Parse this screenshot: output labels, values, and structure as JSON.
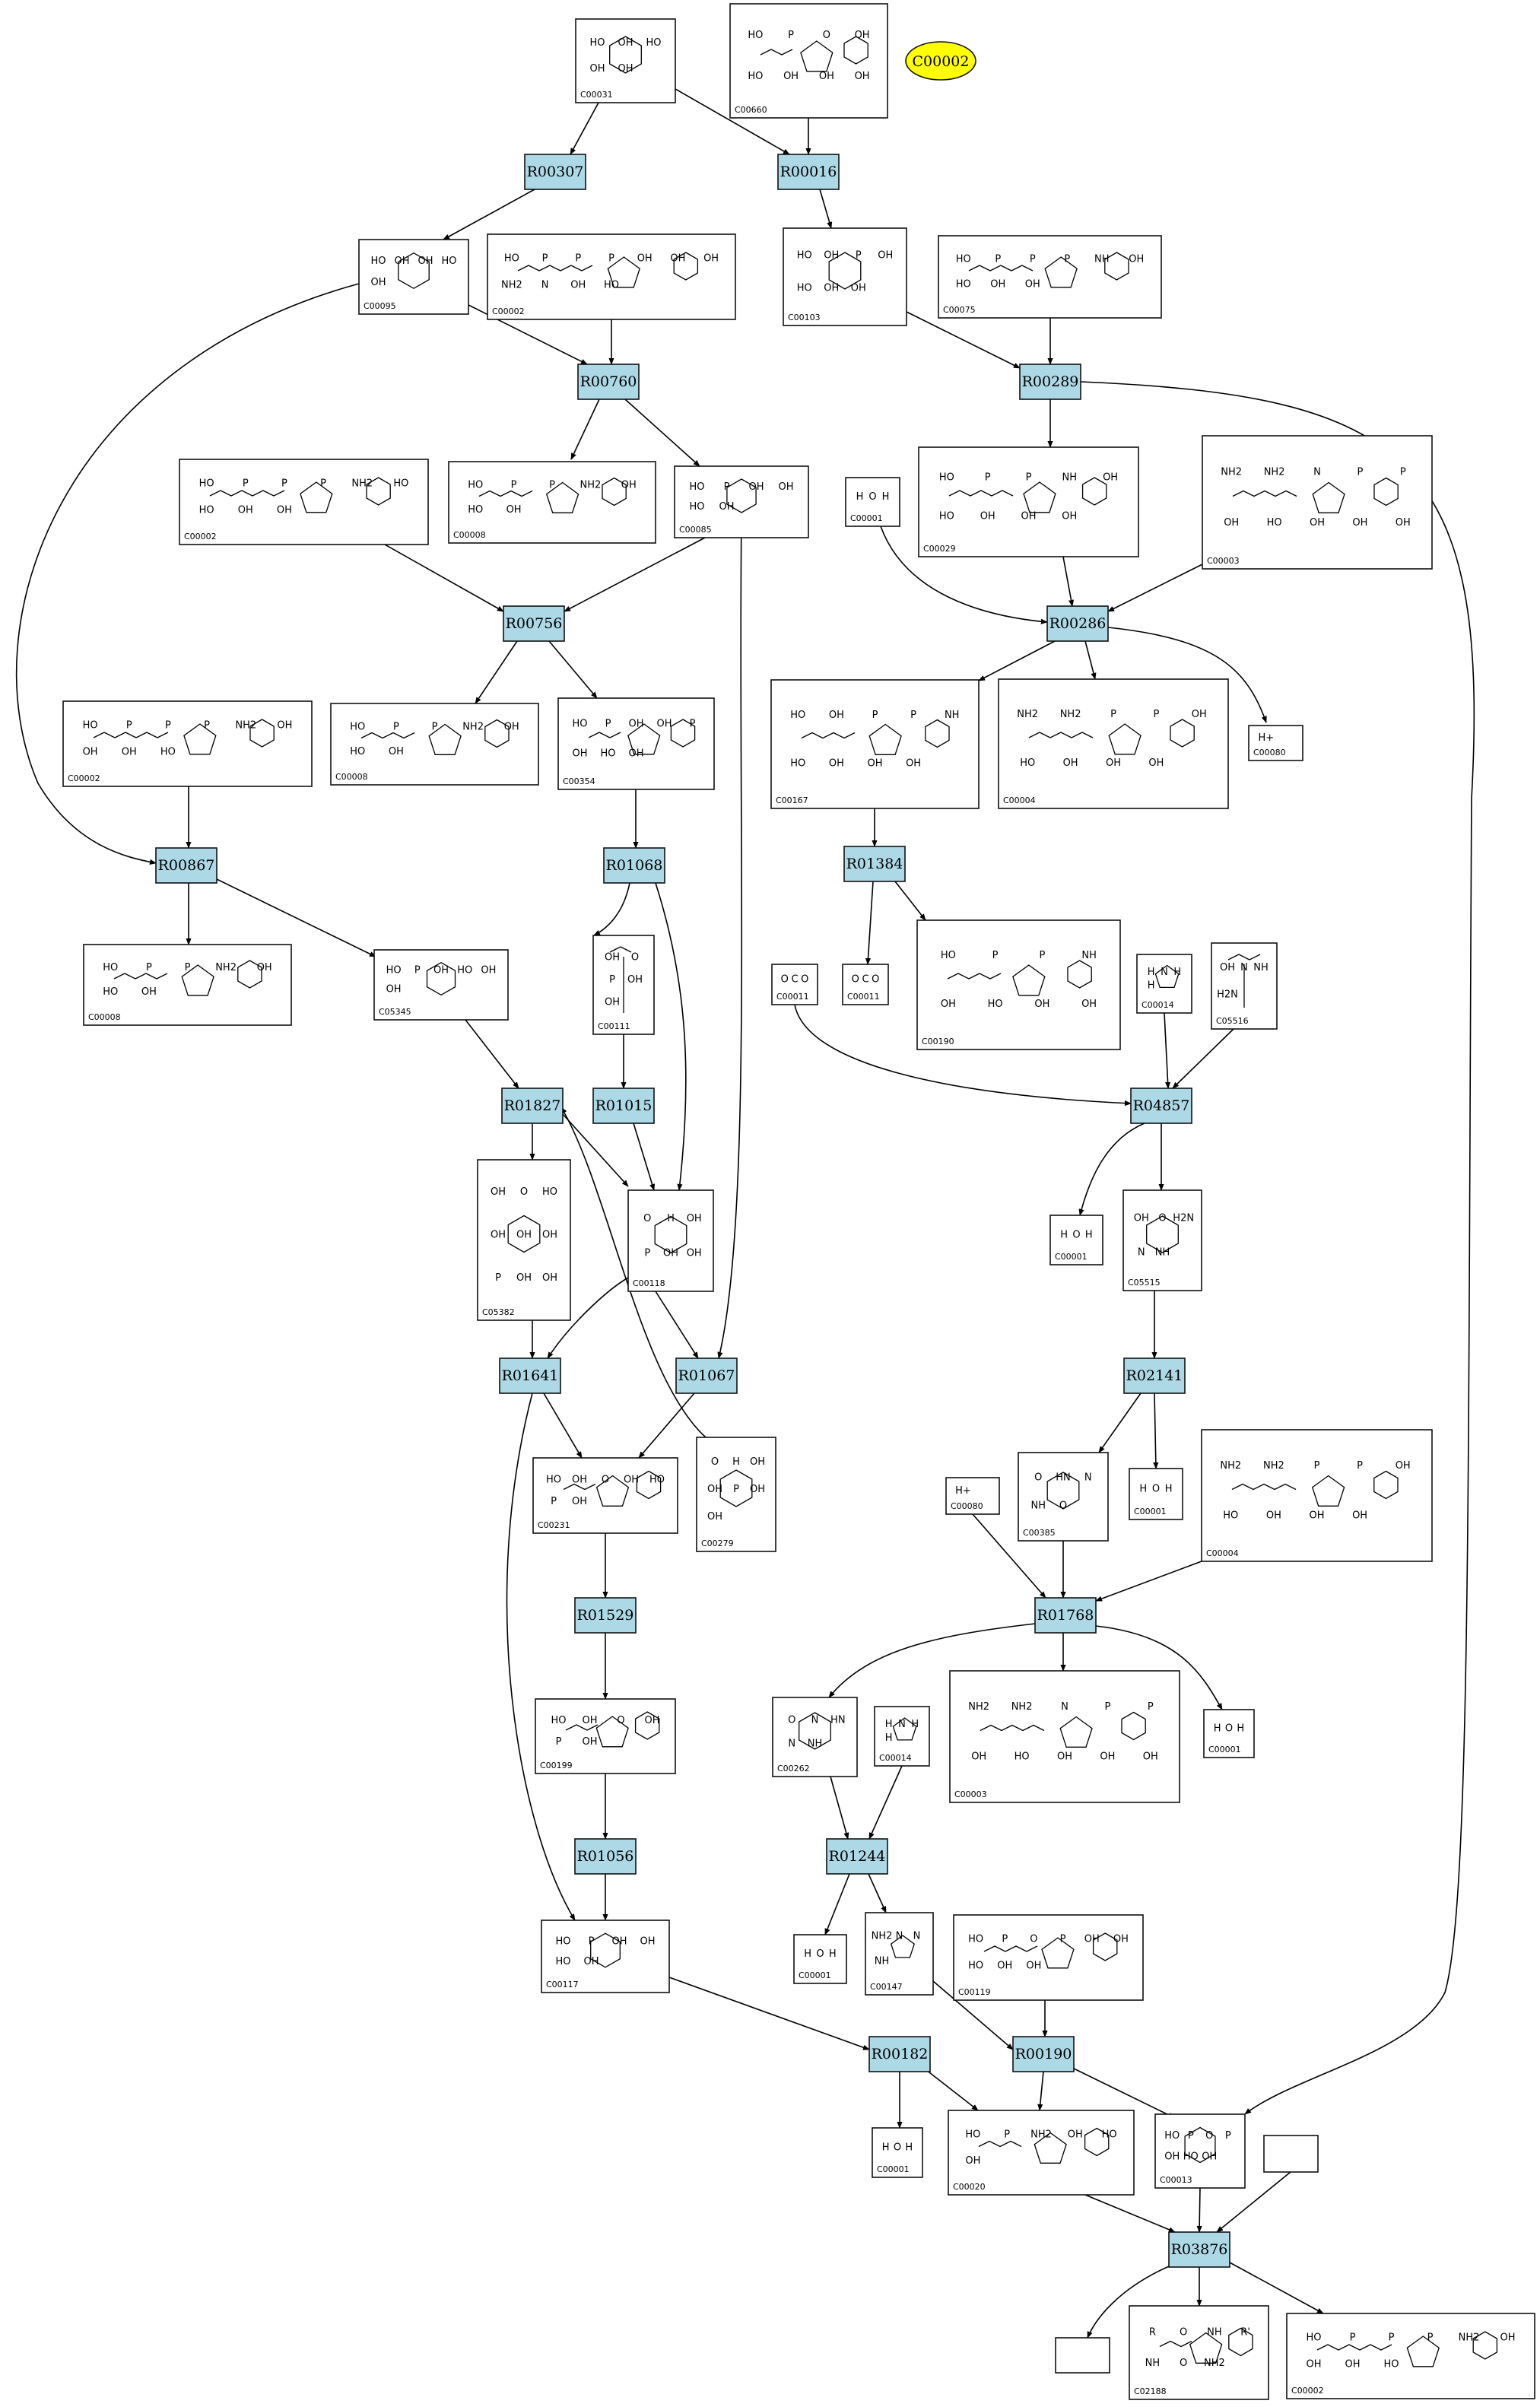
{
  "diagram": {
    "highlight": {
      "label": "C00002",
      "color": "#ffff00"
    },
    "reaction_color": "#add8e6",
    "reactions": [
      {
        "id": "R00307",
        "label": "R00307"
      },
      {
        "id": "R00016",
        "label": "R00016"
      },
      {
        "id": "R00760",
        "label": "R00760"
      },
      {
        "id": "R00289",
        "label": "R00289"
      },
      {
        "id": "R00756",
        "label": "R00756"
      },
      {
        "id": "R00286",
        "label": "R00286"
      },
      {
        "id": "R00867",
        "label": "R00867"
      },
      {
        "id": "R01068",
        "label": "R01068"
      },
      {
        "id": "R01384",
        "label": "R01384"
      },
      {
        "id": "R01827",
        "label": "R01827"
      },
      {
        "id": "R01015",
        "label": "R01015"
      },
      {
        "id": "R04857",
        "label": "R04857"
      },
      {
        "id": "R01641",
        "label": "R01641"
      },
      {
        "id": "R01067",
        "label": "R01067"
      },
      {
        "id": "R02141",
        "label": "R02141"
      },
      {
        "id": "R01529",
        "label": "R01529"
      },
      {
        "id": "R01768",
        "label": "R01768"
      },
      {
        "id": "R01056",
        "label": "R01056"
      },
      {
        "id": "R01244",
        "label": "R01244"
      },
      {
        "id": "R00182",
        "label": "R00182"
      },
      {
        "id": "R00190",
        "label": "R00190"
      },
      {
        "id": "R03876",
        "label": "R03876"
      }
    ],
    "compounds": [
      {
        "id": "c31",
        "label": "C00031",
        "atoms": [
          "HO",
          "OH",
          "HO",
          "OH",
          "OH"
        ]
      },
      {
        "id": "c660",
        "label": "C00660",
        "atoms": [
          "HO",
          "P",
          "O",
          "OH",
          "HO",
          "OH",
          "OH",
          "OH"
        ]
      },
      {
        "id": "c95",
        "label": "C00095",
        "atoms": [
          "HO",
          "OH",
          "OH",
          "HO",
          "OH"
        ]
      },
      {
        "id": "c2a",
        "label": "C00002",
        "atoms": [
          "HO",
          "P",
          "P",
          "P",
          "OH",
          "OH",
          "OH",
          "NH2",
          "N",
          "OH",
          "HO"
        ]
      },
      {
        "id": "c103",
        "label": "C00103",
        "atoms": [
          "HO",
          "OH",
          "P",
          "OH",
          "HO",
          "OH",
          "OH"
        ]
      },
      {
        "id": "c75",
        "label": "C00075",
        "atoms": [
          "HO",
          "P",
          "P",
          "P",
          "NH",
          "OH",
          "HO",
          "OH",
          "OH"
        ]
      },
      {
        "id": "c2b",
        "label": "C00002",
        "atoms": [
          "HO",
          "P",
          "P",
          "P",
          "NH2",
          "HO",
          "HO",
          "OH",
          "OH"
        ]
      },
      {
        "id": "c8a",
        "label": "C00008",
        "atoms": [
          "HO",
          "P",
          "P",
          "NH2",
          "OH",
          "HO",
          "OH"
        ]
      },
      {
        "id": "c85",
        "label": "C00085",
        "atoms": [
          "HO",
          "P",
          "OH",
          "OH",
          "HO",
          "OH"
        ]
      },
      {
        "id": "c1a",
        "label": "C00001",
        "atoms": [
          "H",
          "O",
          "H"
        ]
      },
      {
        "id": "c29",
        "label": "C00029",
        "atoms": [
          "HO",
          "P",
          "P",
          "NH",
          "OH",
          "HO",
          "OH",
          "OH",
          "OH"
        ]
      },
      {
        "id": "c3a",
        "label": "C00003",
        "atoms": [
          "NH2",
          "NH2",
          "N",
          "P",
          "P",
          "OH",
          "HO",
          "OH",
          "OH",
          "OH"
        ]
      },
      {
        "id": "c2c",
        "label": "C00002",
        "atoms": [
          "HO",
          "P",
          "P",
          "P",
          "NH2",
          "OH",
          "OH",
          "OH",
          "HO"
        ]
      },
      {
        "id": "c8b",
        "label": "C00008",
        "atoms": [
          "HO",
          "P",
          "P",
          "NH2",
          "OH",
          "HO",
          "OH"
        ]
      },
      {
        "id": "c354",
        "label": "C00354",
        "atoms": [
          "HO",
          "P",
          "OH",
          "OH",
          "P",
          "OH",
          "HO",
          "OH"
        ]
      },
      {
        "id": "c167",
        "label": "C00167",
        "atoms": [
          "HO",
          "OH",
          "P",
          "P",
          "NH",
          "HO",
          "OH",
          "OH",
          "OH"
        ]
      },
      {
        "id": "c4a",
        "label": "C00004",
        "atoms": [
          "NH2",
          "NH2",
          "P",
          "P",
          "OH",
          "HO",
          "OH",
          "OH",
          "OH"
        ]
      },
      {
        "id": "c80a",
        "label": "C00080",
        "atoms": [
          "H+"
        ]
      },
      {
        "id": "c8c",
        "label": "C00008",
        "atoms": [
          "HO",
          "P",
          "P",
          "NH2",
          "OH",
          "HO",
          "OH"
        ]
      },
      {
        "id": "c5345",
        "label": "C05345",
        "atoms": [
          "HO",
          "P",
          "OH",
          "HO",
          "OH",
          "OH"
        ]
      },
      {
        "id": "c111",
        "label": "C00111",
        "atoms": [
          "OH",
          "O",
          "P",
          "OH",
          "OH"
        ]
      },
      {
        "id": "c11a",
        "label": "C00011",
        "atoms": [
          "O",
          "C",
          "O"
        ]
      },
      {
        "id": "c11b",
        "label": "C00011",
        "atoms": [
          "O",
          "C",
          "O"
        ]
      },
      {
        "id": "c190",
        "label": "C00190",
        "atoms": [
          "HO",
          "P",
          "P",
          "NH",
          "OH",
          "HO",
          "OH",
          "OH"
        ]
      },
      {
        "id": "c14a",
        "label": "C00014",
        "atoms": [
          "H",
          "N",
          "H",
          "H"
        ]
      },
      {
        "id": "c5516",
        "label": "C05516",
        "atoms": [
          "OH",
          "N",
          "NH",
          "H2N"
        ]
      },
      {
        "id": "c5382",
        "label": "C05382",
        "atoms": [
          "OH",
          "O",
          "HO",
          "OH",
          "OH",
          "OH",
          "P",
          "OH",
          "OH"
        ]
      },
      {
        "id": "c118",
        "label": "C00118",
        "atoms": [
          "O",
          "H",
          "OH",
          "P",
          "OH",
          "OH"
        ]
      },
      {
        "id": "c1b",
        "label": "C00001",
        "atoms": [
          "H",
          "O",
          "H"
        ]
      },
      {
        "id": "c5515",
        "label": "C05515",
        "atoms": [
          "OH",
          "O",
          "H2N",
          "N",
          "NH"
        ]
      },
      {
        "id": "c231",
        "label": "C00231",
        "atoms": [
          "HO",
          "OH",
          "O",
          "OH",
          "HO",
          "P",
          "OH"
        ]
      },
      {
        "id": "c279",
        "label": "C00279",
        "atoms": [
          "O",
          "H",
          "OH",
          "OH",
          "P",
          "OH",
          "OH"
        ]
      },
      {
        "id": "c385",
        "label": "C00385",
        "atoms": [
          "O",
          "HN",
          "N",
          "NH",
          "O"
        ]
      },
      {
        "id": "c1c",
        "label": "C00001",
        "atoms": [
          "H",
          "O",
          "H"
        ]
      },
      {
        "id": "c4b",
        "label": "C00004",
        "atoms": [
          "NH2",
          "NH2",
          "P",
          "P",
          "OH",
          "HO",
          "OH",
          "OH",
          "OH"
        ]
      },
      {
        "id": "c80b",
        "label": "C00080",
        "atoms": [
          "H+"
        ]
      },
      {
        "id": "c199",
        "label": "C00199",
        "atoms": [
          "HO",
          "OH",
          "O",
          "OH",
          "P",
          "OH"
        ]
      },
      {
        "id": "c262",
        "label": "C00262",
        "atoms": [
          "O",
          "N",
          "HN",
          "N",
          "NH"
        ]
      },
      {
        "id": "c14b",
        "label": "C00014",
        "atoms": [
          "H",
          "N",
          "H",
          "H"
        ]
      },
      {
        "id": "c3b",
        "label": "C00003",
        "atoms": [
          "NH2",
          "NH2",
          "N",
          "P",
          "P",
          "OH",
          "HO",
          "OH",
          "OH",
          "OH"
        ]
      },
      {
        "id": "c1d",
        "label": "C00001",
        "atoms": [
          "H",
          "O",
          "H"
        ]
      },
      {
        "id": "c117",
        "label": "C00117",
        "atoms": [
          "HO",
          "P",
          "OH",
          "OH",
          "HO",
          "OH"
        ]
      },
      {
        "id": "c1e",
        "label": "C00001",
        "atoms": [
          "H",
          "O",
          "H"
        ]
      },
      {
        "id": "c147",
        "label": "C00147",
        "atoms": [
          "NH2",
          "N",
          "N",
          "NH"
        ]
      },
      {
        "id": "c119",
        "label": "C00119",
        "atoms": [
          "HO",
          "P",
          "O",
          "P",
          "OH",
          "OH",
          "HO",
          "OH",
          "OH"
        ]
      },
      {
        "id": "c1f",
        "label": "C00001",
        "atoms": [
          "H",
          "O",
          "H"
        ]
      },
      {
        "id": "c20",
        "label": "C00020",
        "atoms": [
          "HO",
          "P",
          "NH2",
          "OH",
          "HO",
          "OH"
        ]
      },
      {
        "id": "c13",
        "label": "C00013",
        "atoms": [
          "HO",
          "P",
          "O",
          "P",
          "OH",
          "HO",
          "OH"
        ]
      },
      {
        "id": "cEmpty1",
        "label": "",
        "atoms": []
      },
      {
        "id": "cEmpty2",
        "label": "",
        "atoms": []
      },
      {
        "id": "c2188",
        "label": "C02188",
        "atoms": [
          "R",
          "O",
          "NH",
          "R'",
          "NH",
          "O",
          "NH2"
        ]
      },
      {
        "id": "c2d",
        "label": "C00002",
        "atoms": [
          "HO",
          "P",
          "P",
          "P",
          "NH2",
          "OH",
          "OH",
          "OH",
          "HO"
        ]
      }
    ]
  }
}
